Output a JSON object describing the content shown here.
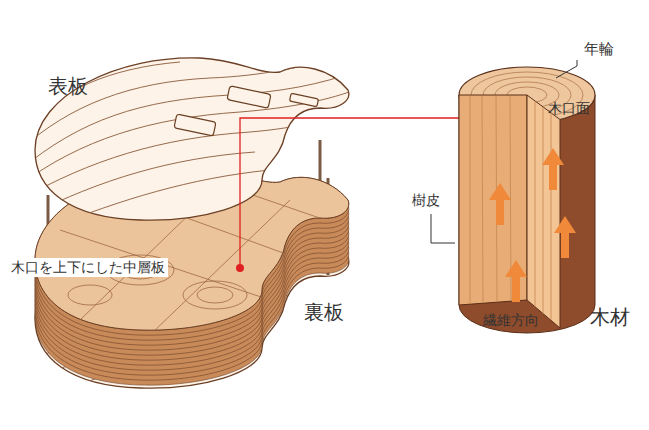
{
  "diagram": {
    "labels": [
      "表板",
      "年輪",
      "木口面",
      "樹皮",
      "木口を上下にした中層板",
      "繊維方向",
      "裏板",
      "木材"
    ]
  }
}
